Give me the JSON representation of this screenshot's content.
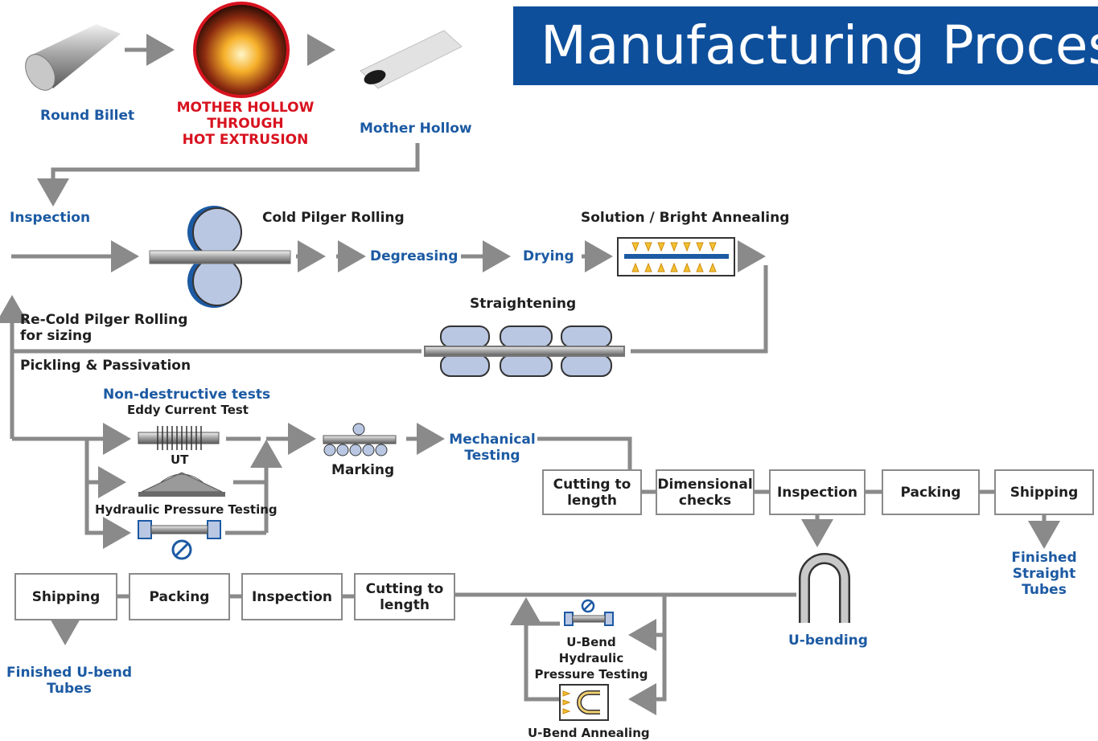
{
  "title": "Manufacturing Process",
  "stages": {
    "round_billet": "Round Billet",
    "hot_extrusion": [
      "MOTHER HOLLOW",
      "THROUGH",
      "HOT EXTRUSION"
    ],
    "mother_hollow": "Mother Hollow",
    "inspection_1": "Inspection",
    "cold_pilger": "Cold Pilger Rolling",
    "degreasing": "Degreasing",
    "drying": "Drying",
    "annealing": "Solution / Bright Annealing",
    "straightening": "Straightening",
    "re_cold_pilger": [
      "Re-Cold Pilger Rolling",
      "for sizing"
    ],
    "pickling": "Pickling & Passivation",
    "ndt": "Non-destructive tests",
    "eddy": "Eddy Current Test",
    "ut": "UT",
    "hydraulic": "Hydraulic Pressure Testing",
    "marking": "Marking",
    "mechanical": [
      "Mechanical",
      "Testing"
    ],
    "u_bending": "U-bending",
    "u_bend_hydraulic": [
      "U-Bend",
      "Hydraulic",
      "Pressure Testing"
    ],
    "u_bend_annealing": "U-Bend Annealing"
  },
  "straight_line": {
    "cutting": [
      "Cutting to",
      "length"
    ],
    "dimensional": [
      "Dimensional",
      "checks"
    ],
    "inspection": "Inspection",
    "packing": "Packing",
    "shipping": "Shipping",
    "output": [
      "Finished",
      "Straight",
      "Tubes"
    ]
  },
  "ubend_line": {
    "shipping": "Shipping",
    "packing": "Packing",
    "inspection": "Inspection",
    "cutting": [
      "Cutting to",
      "length"
    ],
    "output": [
      "Finished U-bend",
      "Tubes"
    ]
  },
  "colors": {
    "banner": "#0e4f9c",
    "blue_label": "#1c5aa3",
    "red_label": "#d8121f",
    "arrow": "#8a8a8a",
    "roller": "#b9c7e3",
    "flame": "#f2c230"
  }
}
